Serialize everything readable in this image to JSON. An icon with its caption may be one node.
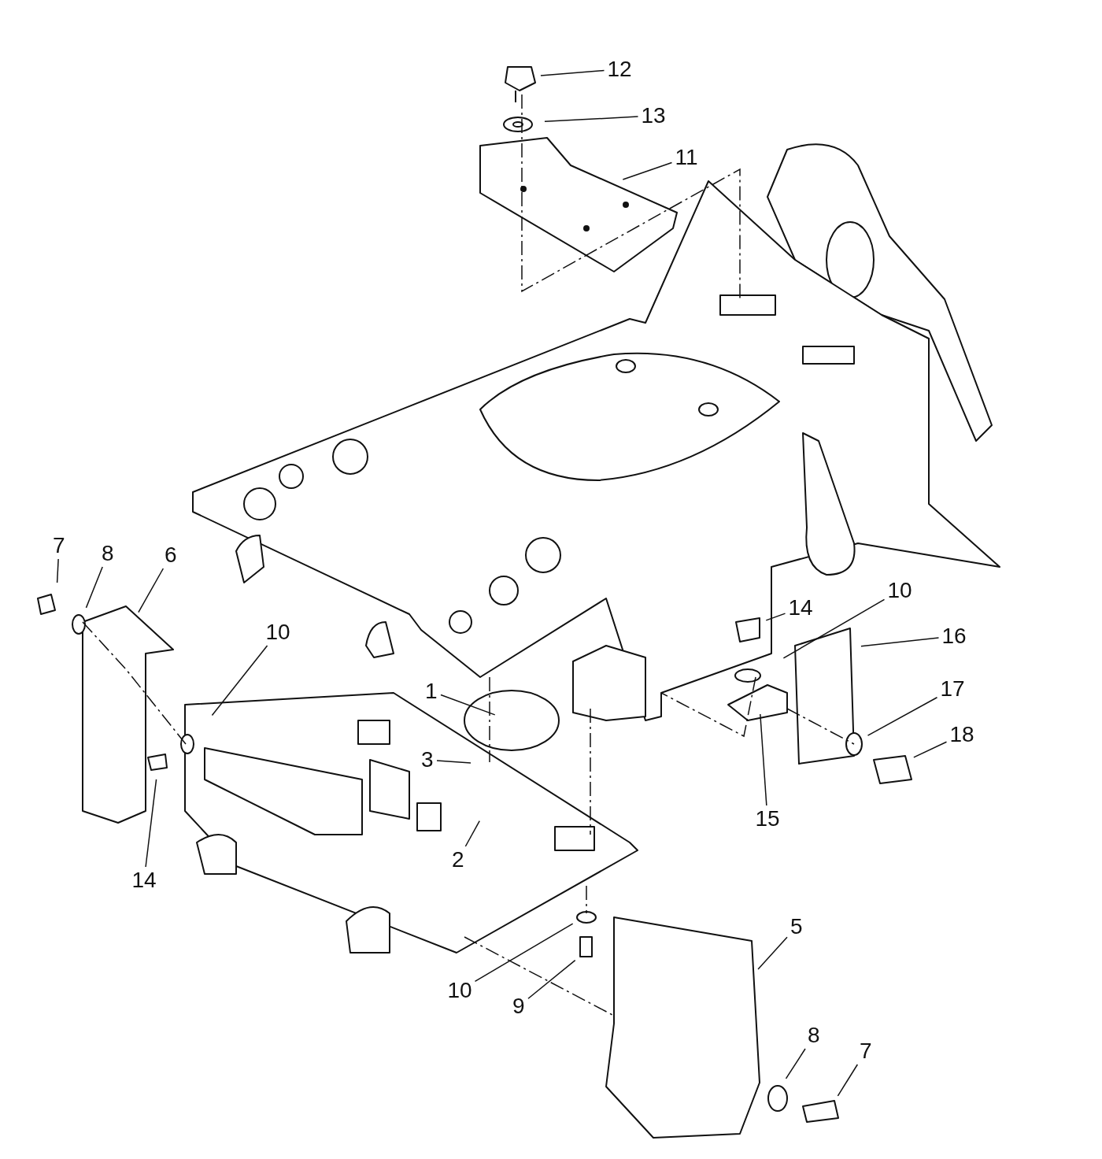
{
  "diagram": {
    "nodes": [
      {
        "text": [
          "12"
        ]
      },
      {
        "text": [
          "13"
        ]
      },
      {
        "text": [
          "11"
        ]
      },
      {
        "text": [
          "7"
        ]
      },
      {
        "text": [
          "8"
        ]
      },
      {
        "text": [
          "6"
        ]
      },
      {
        "text": [
          "10"
        ]
      },
      {
        "text": [
          "14"
        ]
      },
      {
        "text": [
          "10"
        ]
      },
      {
        "text": [
          "16"
        ]
      },
      {
        "text": [
          "1"
        ]
      },
      {
        "text": [
          "17"
        ]
      },
      {
        "text": [
          "3"
        ]
      },
      {
        "text": [
          "18"
        ]
      },
      {
        "text": [
          "15"
        ]
      },
      {
        "text": [
          "14"
        ]
      },
      {
        "text": [
          "2"
        ]
      },
      {
        "text": [
          "5"
        ]
      },
      {
        "text": [
          "10"
        ]
      },
      {
        "text": [
          "9"
        ]
      },
      {
        "text": [
          "8"
        ]
      },
      {
        "text": [
          "7"
        ]
      }
    ],
    "edges": [
      {
        "from": 0,
        "to": null,
        "arrow": "none"
      },
      {
        "from": 1,
        "to": null,
        "arrow": "none"
      },
      {
        "from": 2,
        "to": null,
        "arrow": "none"
      },
      {
        "from": 3,
        "to": null,
        "arrow": "none"
      },
      {
        "from": 4,
        "to": null,
        "arrow": "none"
      },
      {
        "from": 5,
        "to": null,
        "arrow": "none"
      },
      {
        "from": 6,
        "to": null,
        "arrow": "none"
      },
      {
        "from": 7,
        "to": null,
        "arrow": "none"
      },
      {
        "from": 8,
        "to": null,
        "arrow": "none"
      },
      {
        "from": 9,
        "to": null,
        "arrow": "none"
      },
      {
        "from": 10,
        "to": null,
        "arrow": "none"
      },
      {
        "from": 11,
        "to": null,
        "arrow": "none"
      },
      {
        "from": 12,
        "to": null,
        "arrow": "none"
      },
      {
        "from": 13,
        "to": null,
        "arrow": "none"
      },
      {
        "from": 14,
        "to": null,
        "arrow": "none"
      },
      {
        "from": 15,
        "to": null,
        "arrow": "none"
      },
      {
        "from": 16,
        "to": null,
        "arrow": "none"
      },
      {
        "from": 17,
        "to": null,
        "arrow": "none"
      },
      {
        "from": 18,
        "to": null,
        "arrow": "none"
      },
      {
        "from": 19,
        "to": null,
        "arrow": "none"
      },
      {
        "from": 20,
        "to": null,
        "arrow": "none"
      },
      {
        "from": 21,
        "to": null,
        "arrow": "none"
      }
    ]
  }
}
